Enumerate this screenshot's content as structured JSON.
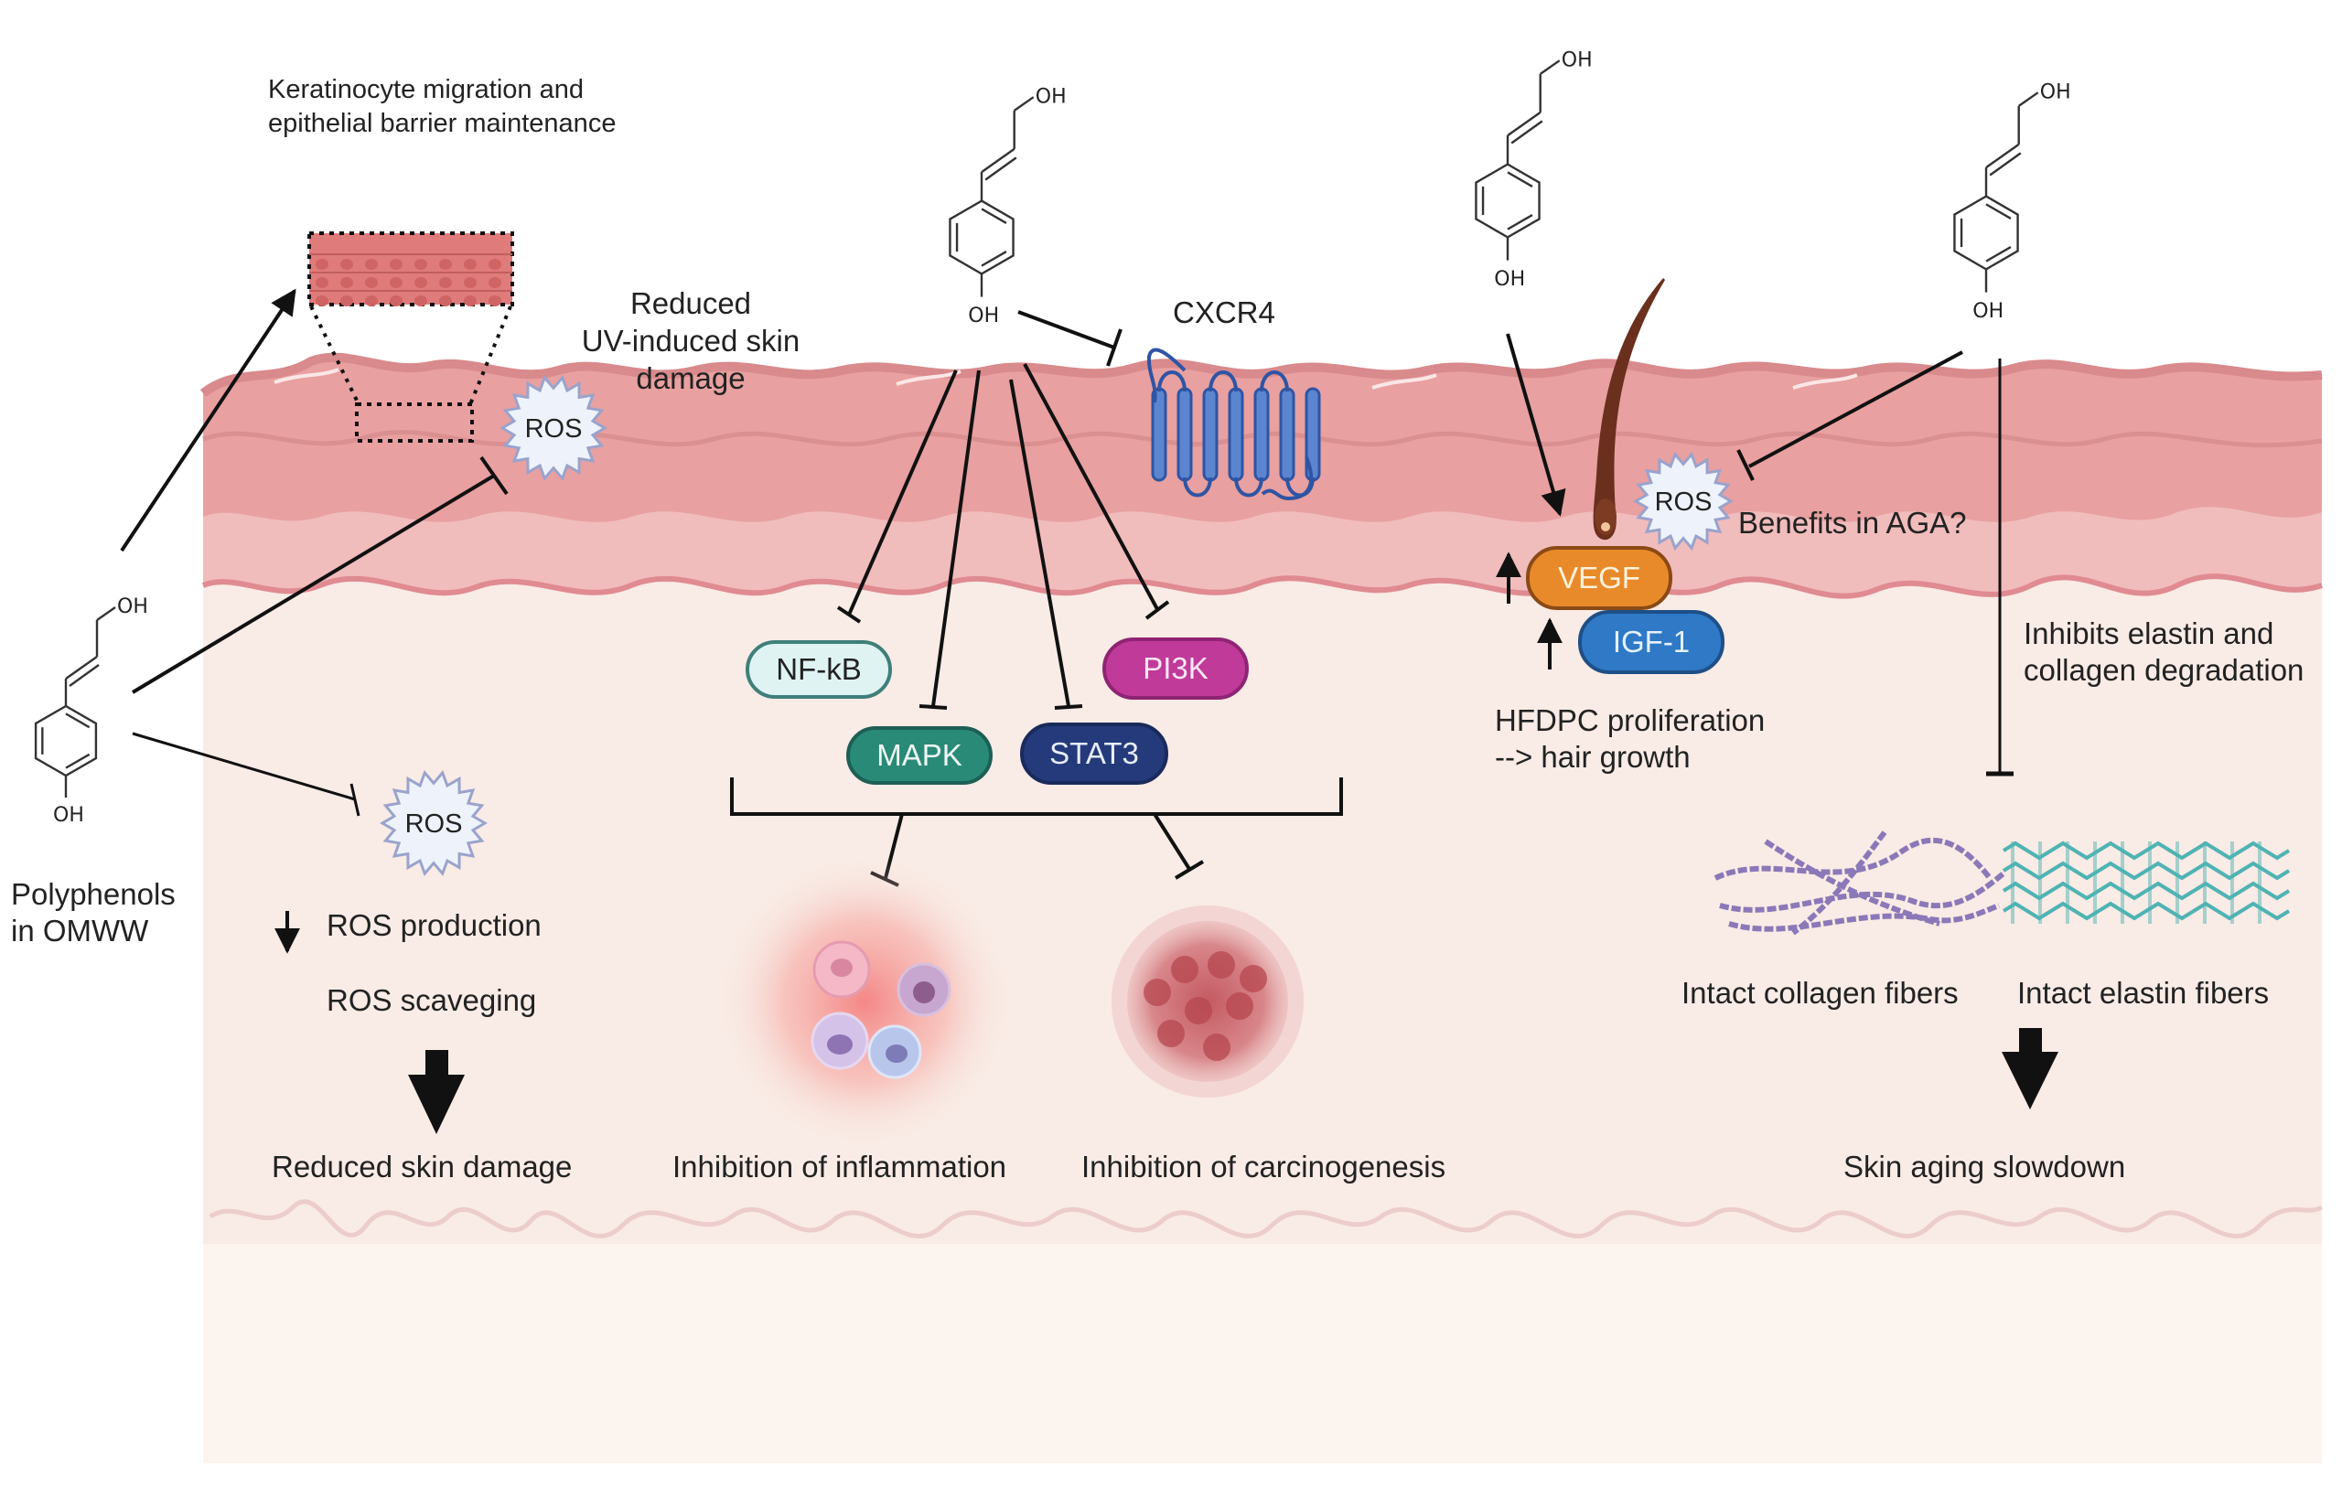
{
  "figure": {
    "title_top_left": [
      "Keratinocyte migration and",
      "epithelial barrier maintenance"
    ],
    "uv_label": [
      "Reduced",
      "UV-induced skin",
      "damage"
    ],
    "source_label": [
      "Polyphenols",
      "in OMWW"
    ],
    "molecule_label": "OH",
    "receptor_label": "CXCR4",
    "ros_label": "ROS",
    "ros_effects": {
      "production": "ROS production",
      "scavenging": "ROS scaveging"
    },
    "outcomes": {
      "skin_damage": "Reduced skin damage",
      "inflammation": "Inhibition of inflammation",
      "carcinogenesis": "Inhibition of carcinogenesis",
      "aging": "Skin aging slowdown"
    },
    "pathways": [
      {
        "label": "NF-kB",
        "fill": "#dff3f3",
        "border": "#3f7f7a",
        "text": "#222222"
      },
      {
        "label": "MAPK",
        "fill": "#2a8a78",
        "border": "#1d5f55",
        "text": "#eef7f3"
      },
      {
        "label": "STAT3",
        "fill": "#243a7a",
        "border": "#1a2a5c",
        "text": "#e6ecfb"
      },
      {
        "label": "PI3K",
        "fill": "#c03a9a",
        "border": "#8f2473",
        "text": "#fbe6f5"
      }
    ],
    "hair": {
      "vegf": {
        "label": "VEGF",
        "fill": "#e98a2a",
        "border": "#8a4a16",
        "text": "#fff2dc"
      },
      "igf1": {
        "label": "IGF-1",
        "fill": "#2f79c6",
        "border": "#1e4f86",
        "text": "#e5f1ff"
      },
      "benefits": "Benefits in AGA?",
      "proliferation": [
        "HFDPC proliferation",
        "--> hair growth"
      ]
    },
    "matrix": {
      "inhibit_label": [
        "Inhibits elastin and",
        "collagen degradation"
      ],
      "collagen": "Intact collagen fibers",
      "elastin": "Intact elastin fibers"
    },
    "colors": {
      "epidermis": "#e8a0a0",
      "epidermis_dark": "#d98a8c",
      "dermis": "#f1bcbc",
      "hypodermis": "#f9ebe5",
      "ros_fill": "#eef3fb",
      "ros_border": "#9aa3cc",
      "collagen": "#8b78b8",
      "elastin": "#4fb3b4",
      "receptor": "#5b86cf"
    }
  }
}
